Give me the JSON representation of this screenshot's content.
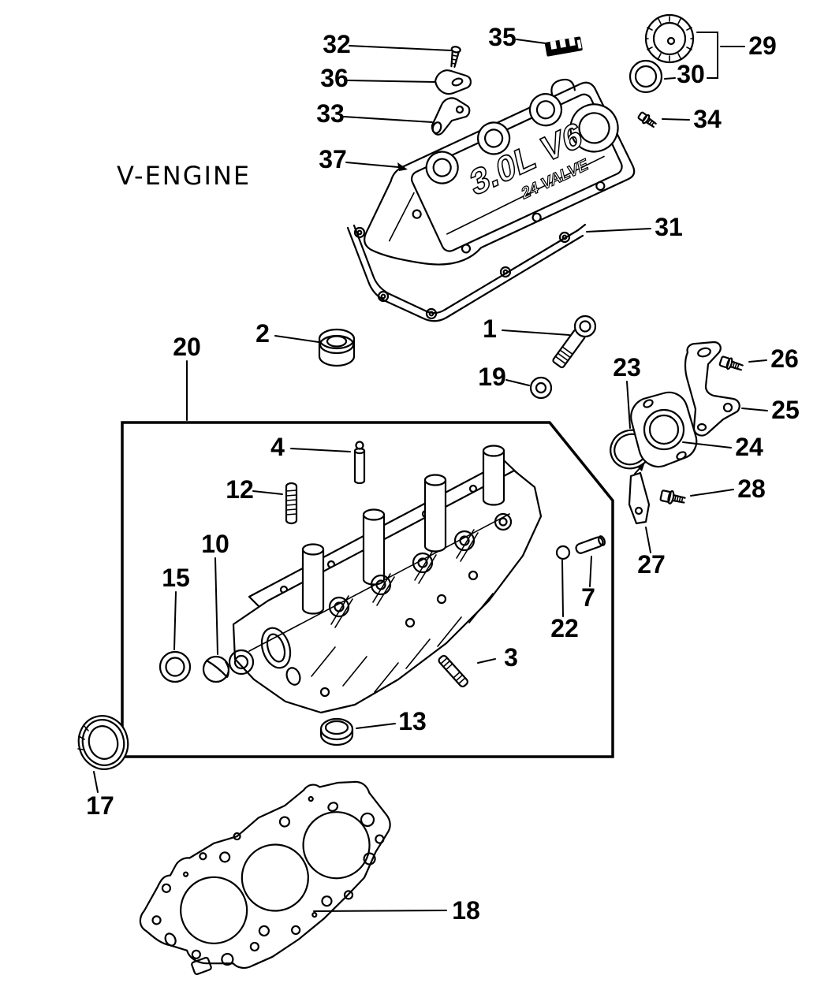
{
  "diagram": {
    "title": "V-ENGINE",
    "valve_cover_markings": {
      "line1": "3.0L V6",
      "line2": "24 VALVE"
    },
    "colors": {
      "line": "#000000",
      "background": "#ffffff"
    },
    "callouts": [
      {
        "label": "32"
      },
      {
        "label": "36"
      },
      {
        "label": "33"
      },
      {
        "label": "37"
      },
      {
        "label": "35"
      },
      {
        "label": "29"
      },
      {
        "label": "30"
      },
      {
        "label": "34"
      },
      {
        "label": "31"
      },
      {
        "label": "2"
      },
      {
        "label": "1"
      },
      {
        "label": "19"
      },
      {
        "label": "20"
      },
      {
        "label": "23"
      },
      {
        "label": "26"
      },
      {
        "label": "25"
      },
      {
        "label": "24"
      },
      {
        "label": "28"
      },
      {
        "label": "27"
      },
      {
        "label": "4"
      },
      {
        "label": "12"
      },
      {
        "label": "10"
      },
      {
        "label": "15"
      },
      {
        "label": "7"
      },
      {
        "label": "22"
      },
      {
        "label": "3"
      },
      {
        "label": "13"
      },
      {
        "label": "17"
      },
      {
        "label": "18"
      }
    ]
  }
}
